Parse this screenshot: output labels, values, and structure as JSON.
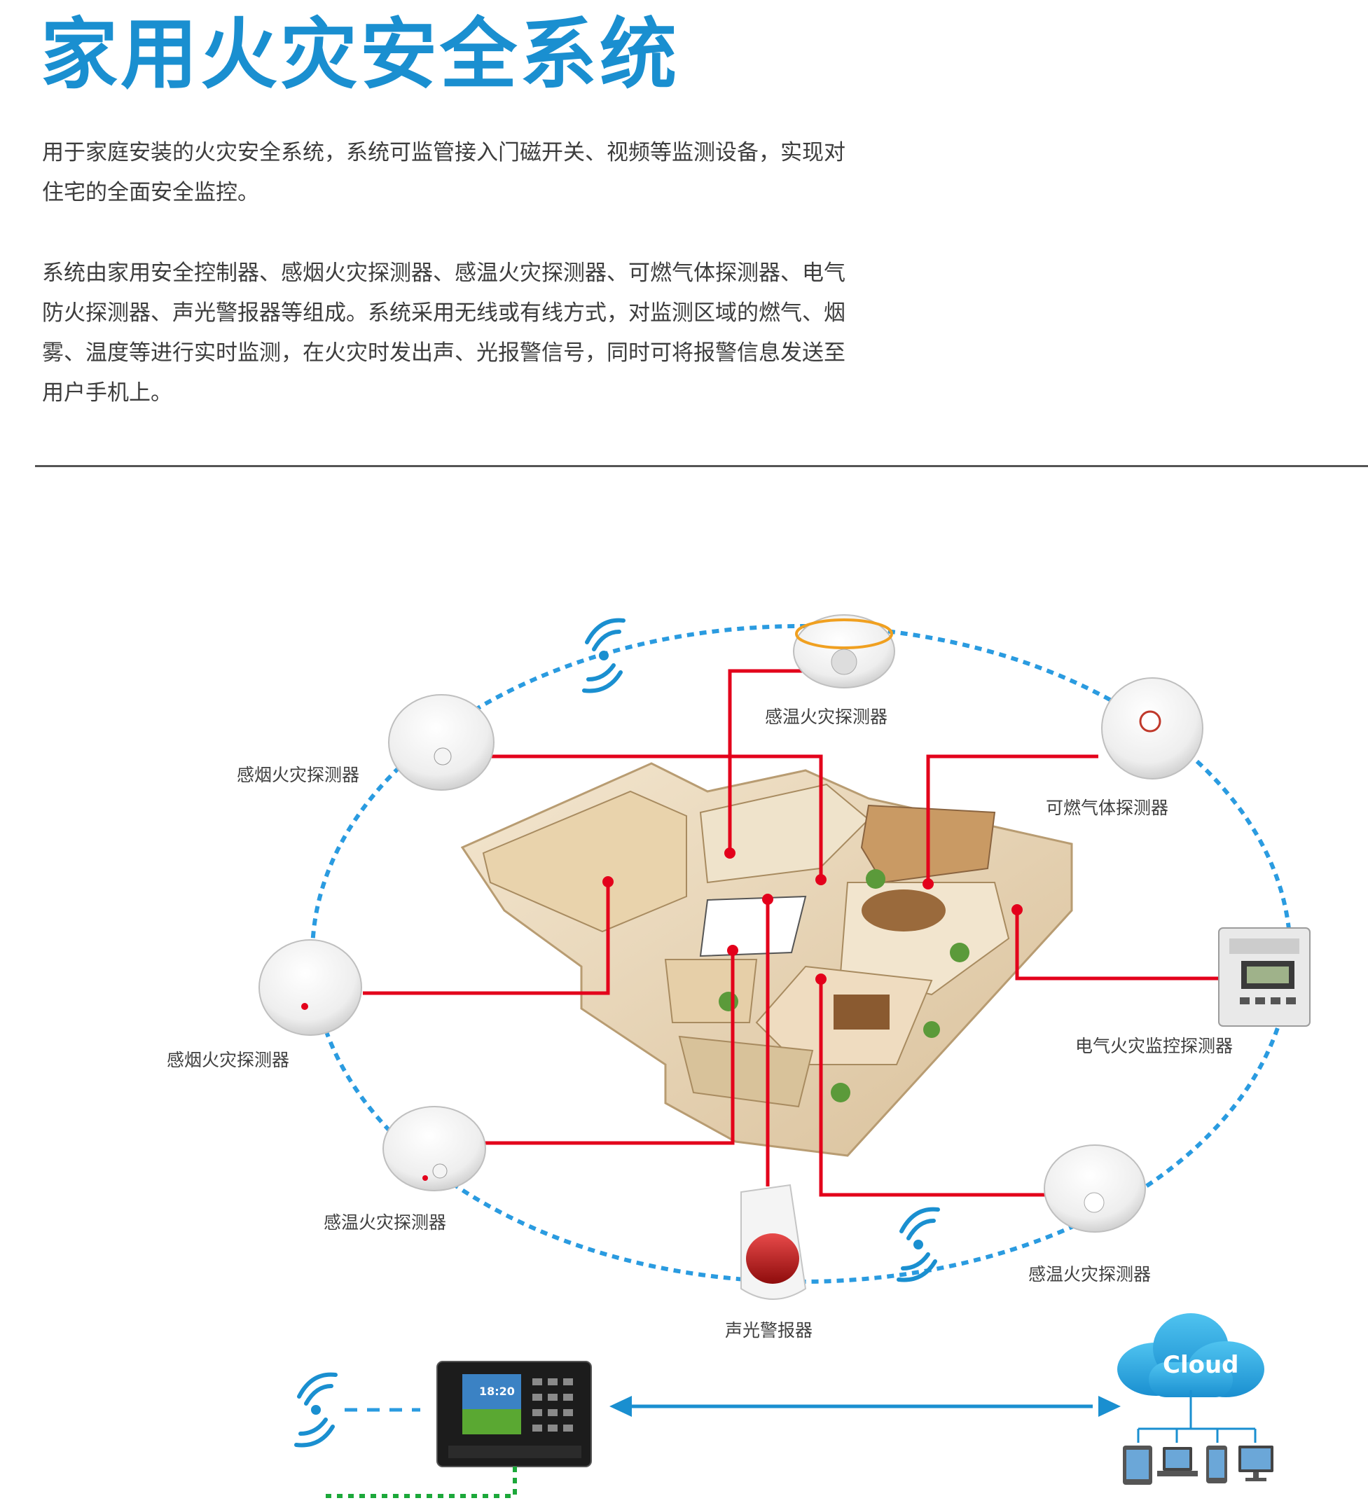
{
  "header": {
    "title": "家用火灾安全系统"
  },
  "intro": {
    "paragraph_1_lines": [
      "用于家庭安装的火灾安全系统，系统可监管接入门磁开关、视频等监测设备，实现对",
      "住宅的全面安全监控。"
    ],
    "paragraph_2_lines": [
      "系统由家用安全控制器、感烟火灾探测器、感温火灾探测器、可燃气体探测器、电气",
      "防火探测器、声光警报器等组成。系统采用无线或有线方式，对监测区域的燃气、烟",
      "雾、温度等进行实时监测，在火灾时发出声、光报警信号，同时可将报警信息发送至",
      "用户手机上。"
    ]
  },
  "diagram": {
    "devices": {
      "heat_detector_top": "感温火灾探测器",
      "smoke_detector_upper_left": "感烟火灾探测器",
      "gas_detector": "可燃气体探测器",
      "smoke_detector_left": "感烟火灾探测器",
      "electrical_fire_monitor": "电气火灾监控探测器",
      "heat_detector_lower_left": "感温火灾探测器",
      "heat_detector_lower_right": "感温火灾探测器",
      "sound_light_alarm": "声光警报器"
    },
    "cloud_label": "Cloud",
    "controller_clock": "18:20",
    "colors": {
      "title_blue": "#1a8fd0",
      "wireless_ring": "#2a9be0",
      "wired_line": "#e3001b",
      "controller_bus": "#1ca83a",
      "link_arrow": "#1a8fd0"
    },
    "icons": [
      "wireless-signal-icon",
      "cloud-icon",
      "tablet-icon",
      "laptop-icon",
      "phone-icon",
      "monitor-icon"
    ]
  }
}
